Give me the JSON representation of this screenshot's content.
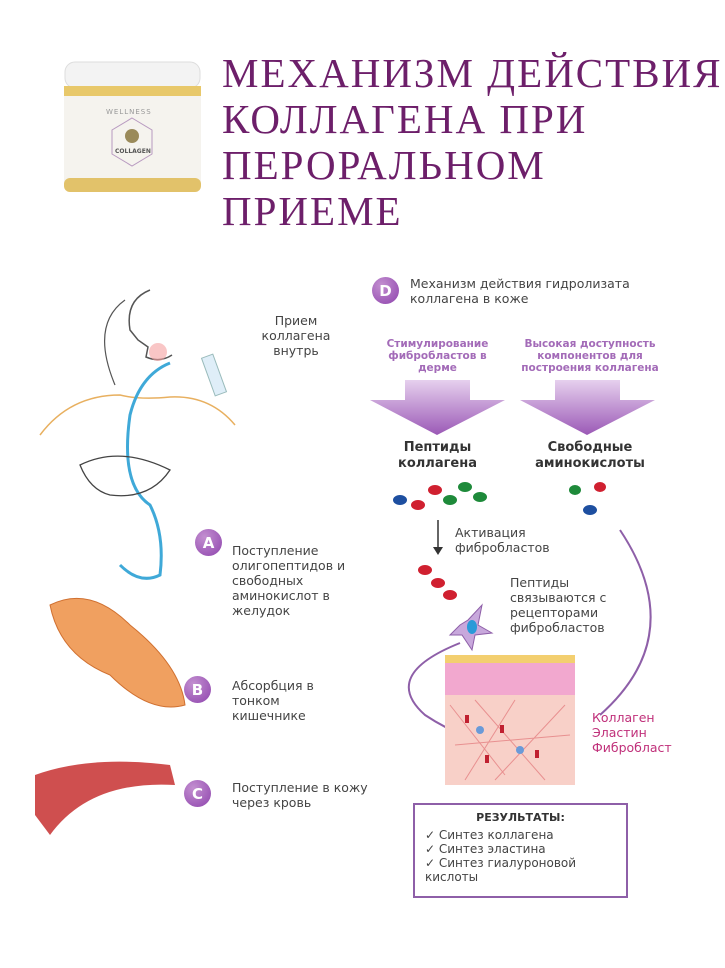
{
  "product": {
    "brand": "WELLNESS",
    "name": "COLLAGEN"
  },
  "title": [
    "Механизм действия",
    "коллагена при",
    "пероральном",
    "приеме"
  ],
  "intake": "Прием коллагена внутрь",
  "steps": {
    "A": {
      "badge": "A",
      "text": "Поступление олигопептидов и свободных аминокислот в желудок"
    },
    "B": {
      "badge": "B",
      "text": "Абсорбция в тонком кишечнике"
    },
    "C": {
      "badge": "C",
      "text": "Поступление в кожу через кровь"
    },
    "D": {
      "badge": "D",
      "text": "Механизм действия гидролизата коллагена в коже"
    }
  },
  "pathways": [
    {
      "heading": "Стимулирование фибробластов в дерме",
      "result": "Пептиды коллагена"
    },
    {
      "heading": "Высокая доступность компонентов для построения коллагена",
      "result": "Свободные аминокислоты"
    }
  ],
  "activation": "Активация фибробластов",
  "binding": "Пептиды связываются с рецепторами фибробластов",
  "skin_labels": [
    "Коллаген",
    "Эластин",
    "Фибробласт"
  ],
  "results": {
    "title": "РЕЗУЛЬТАТЫ:",
    "items": [
      "Синтез коллагена",
      "Синтез эластина",
      "Синтез гиалуроновой кислоты"
    ]
  },
  "colors": {
    "title": "#6d1f6a",
    "accent": "#8e44ad",
    "pink": "#c0307a"
  }
}
